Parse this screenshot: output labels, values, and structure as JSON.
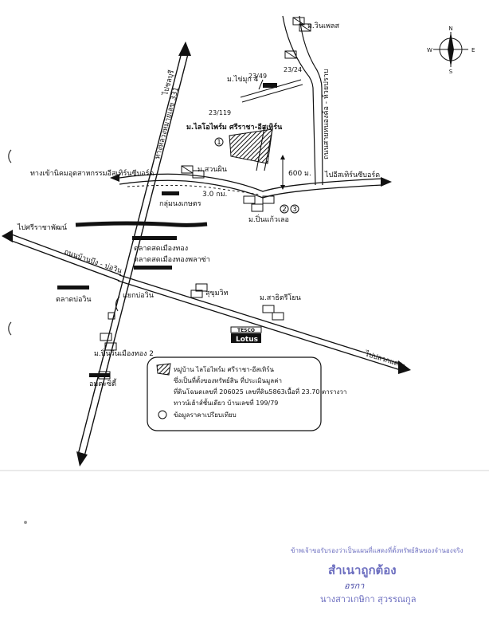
{
  "map": {
    "labels": {
      "village_winpas": "ม.วินเพลส",
      "village_thai4": "ม.ไข่มุก 4",
      "code_2349": "23/49",
      "code_2324": "23/24",
      "code_23119": "23/119",
      "project": "ม.ไลโอไพร์ม ศรีราชา-อีสเทิร์น",
      "to_chonburi_left": "ไปชลบุรี",
      "highway_331": "ทางหลวงหมายเลข 331",
      "industrial": "ทางเข้านิคมอุตสาหกรรมอีสเทิร์นซีบอร์ด",
      "suan_phin": "ม.สวนผิน",
      "distance_road": "3.0 กม.",
      "distance_600": "600 ม.",
      "nong_kho_road": "ถนนสายหนองค้อ - ห้วยปราบ",
      "to_eastern_seaboard": "ไปอีสเทิร์นซีบอร์ด",
      "farmers_group": "กลุ่มนงเกษตร",
      "pinkewlee": "ม.ปิ่นแก้วเลอ",
      "to_siam_seaside": "ไปศรีราชาพัฒน์",
      "road_bo_win": "ถนนบ้านบึง - บ่อวิน",
      "market_muang_thong": "ตลาดสดเมืองทอง",
      "market_muang_thong2": "ตลาดสดเมืองทองพลาซ่า",
      "muang_thong_new": "ตลาดบ่อวิน",
      "saeng_bowin": "แยกบ่อวิน",
      "sukhumvit": "สุขุมวิท",
      "sasit": "ม.สาธิตรีโยน",
      "pinwin_thong2": "ม.ปิ่นวินเมืองทอง 2",
      "amata": "อมตะซิตี้",
      "to_plaeng": "ไปปลวกแดง",
      "tesco": "TESCO",
      "lotus": "Lotus",
      "compass_n": "N",
      "compass_s": "S",
      "compass_e": "E",
      "compass_w": "W",
      "marker_1": "1",
      "marker_2": "2",
      "marker_3": "3"
    },
    "legend": {
      "line1": "หมู่บ้าน ไลโอไพร์ม ศรีราชา-อีสเทิร์น",
      "line2": "ซึ่งเป็นที่ตั้งของทรัพย์สิน ที่ประเมินมูลค่า",
      "line3": "ที่ดินโฉนดเลขที่ 206025 เลขที่ดิน5863เนื้อที่ 23.70 ตารางวา",
      "line4": "ทาวน์เฮ้าส์ชั้นเดียว บ้านเลขที่ 199/79",
      "line5": "ข้อมูลราคาเปรียบเทียบ"
    }
  },
  "stamp": {
    "line1": "ข้าพเจ้าขอรับรองว่าเป็นแผนที่แสดงที่ตั้งทรัพย์สินของจำนองจริง",
    "line2": "สำเนาถูกต้อง",
    "signature": "อรกา",
    "line3": "นางสาวเกษิกา สุวรรณกูล"
  }
}
